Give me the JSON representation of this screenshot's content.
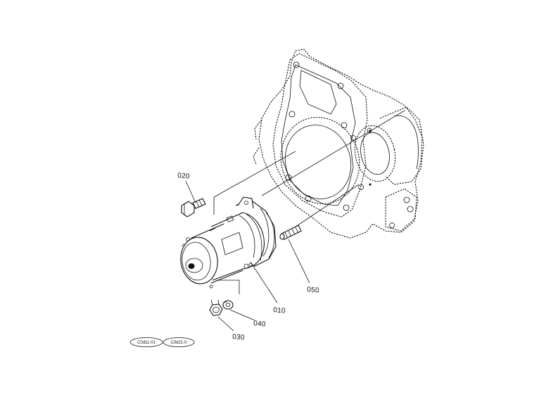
{
  "parts": [
    {
      "id": "part-010",
      "number": "010",
      "name": "starter-motor"
    },
    {
      "id": "part-020",
      "number": "020",
      "name": "bolt"
    },
    {
      "id": "part-030",
      "number": "030",
      "name": "nut"
    },
    {
      "id": "part-040",
      "number": "040",
      "name": "lock-washer"
    },
    {
      "id": "part-050",
      "number": "050",
      "name": "stud"
    }
  ],
  "references": [
    "C0d11-01",
    "C0d21-0"
  ]
}
